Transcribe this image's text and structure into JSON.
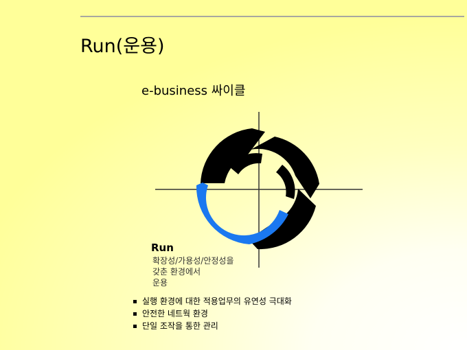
{
  "slide": {
    "title": "Run(운용)"
  },
  "diagram": {
    "title": "e-business 싸이클",
    "run_label": "Run",
    "run_desc": [
      "확장성/가용성/안정성을",
      "갖춘 환경에서",
      "운용"
    ],
    "colors": {
      "segment": "#000000",
      "highlight": "#1a78f0",
      "axis": "#333333"
    }
  },
  "bullets": [
    "실행 환경에 대한 적용업무의 유연성 극대화",
    "안전한 네트웍 환경",
    "단일 조작을 통한 관리"
  ]
}
